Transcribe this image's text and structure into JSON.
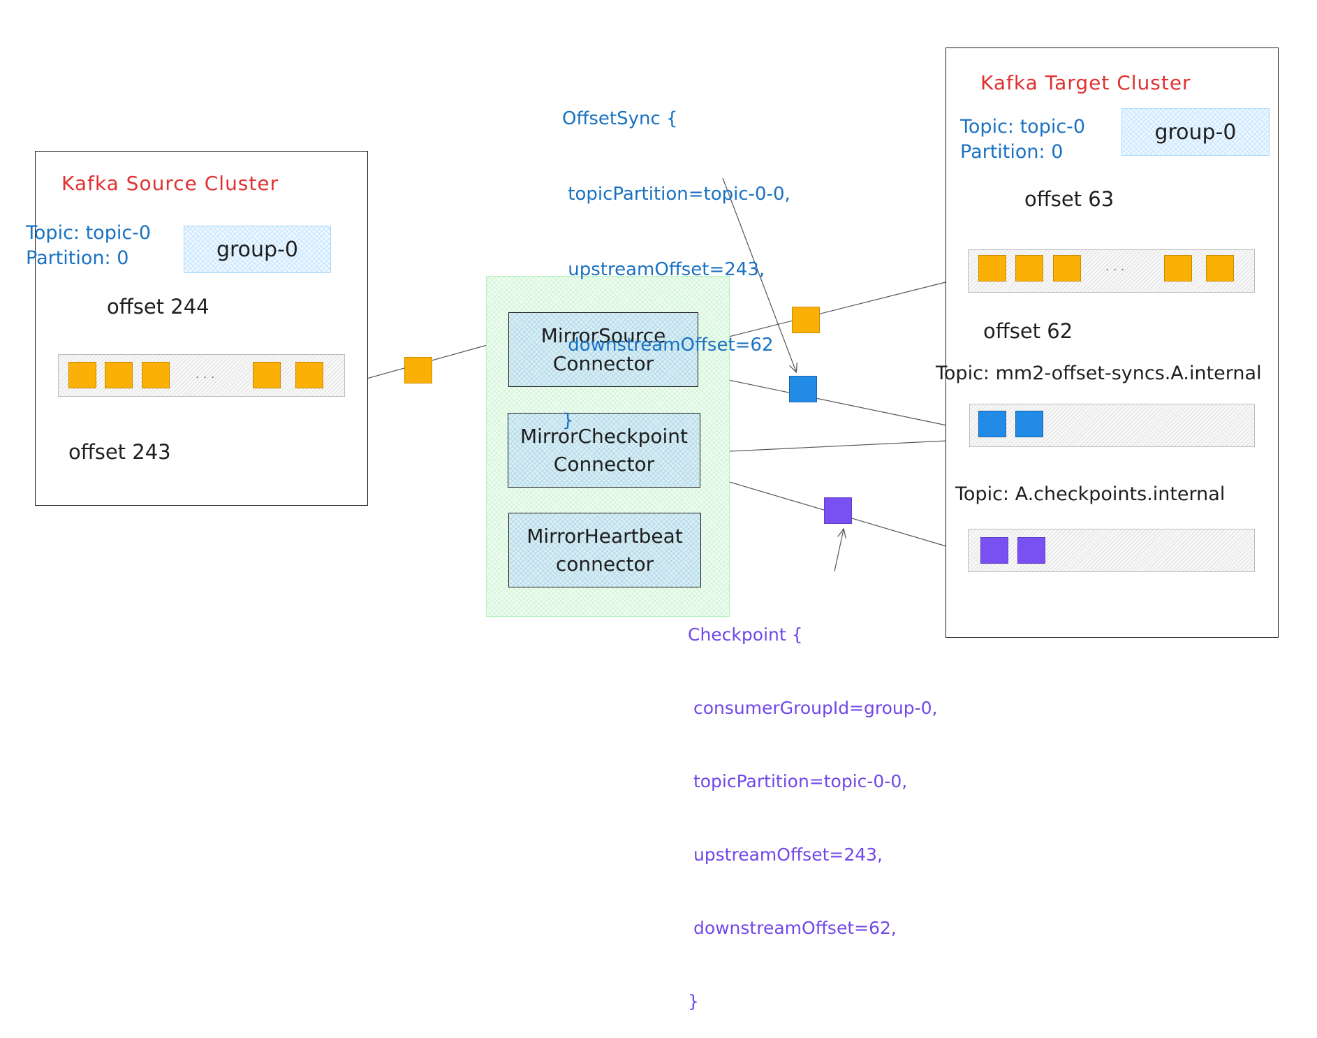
{
  "source": {
    "title": "Kafka Source Cluster",
    "topic_label": "Topic: topic-0",
    "partition_label": "Partition: 0",
    "group": "group-0",
    "offset_upper": "offset 244",
    "offset_lower": "offset 243",
    "dots": "..."
  },
  "target": {
    "title": "Kafka Target Cluster",
    "topic_label": "Topic: topic-0",
    "partition_label": "Partition: 0",
    "group": "group-0",
    "offset_upper": "offset 63",
    "offset_lower": "offset 62",
    "dots": "...",
    "offset_syncs_topic": "Topic: mm2-offset-syncs.A.internal",
    "checkpoints_topic": "Topic: A.checkpoints.internal"
  },
  "connectors": {
    "source": [
      "MirrorSource",
      "Connector"
    ],
    "checkpoint": [
      "MirrorCheckpoint",
      "Connector"
    ],
    "heartbeat": [
      "MirrorHeartbeat",
      "connector"
    ]
  },
  "offset_sync": {
    "lines": [
      "OffsetSync {",
      " topicPartition=topic-0-0,",
      " upstreamOffset=243,",
      " downstreamOffset=62",
      "}"
    ]
  },
  "checkpoint": {
    "lines": [
      "Checkpoint {",
      " consumerGroupId=group-0,",
      " topicPartition=topic-0-0,",
      " upstreamOffset=243,",
      " downstreamOffset=62,",
      "}"
    ]
  },
  "colors": {
    "record": "#fab005",
    "offset_sync": "#228be6",
    "checkpoint": "#7950f2",
    "cluster_title": "#e03131",
    "label_blue": "#1971c2"
  }
}
